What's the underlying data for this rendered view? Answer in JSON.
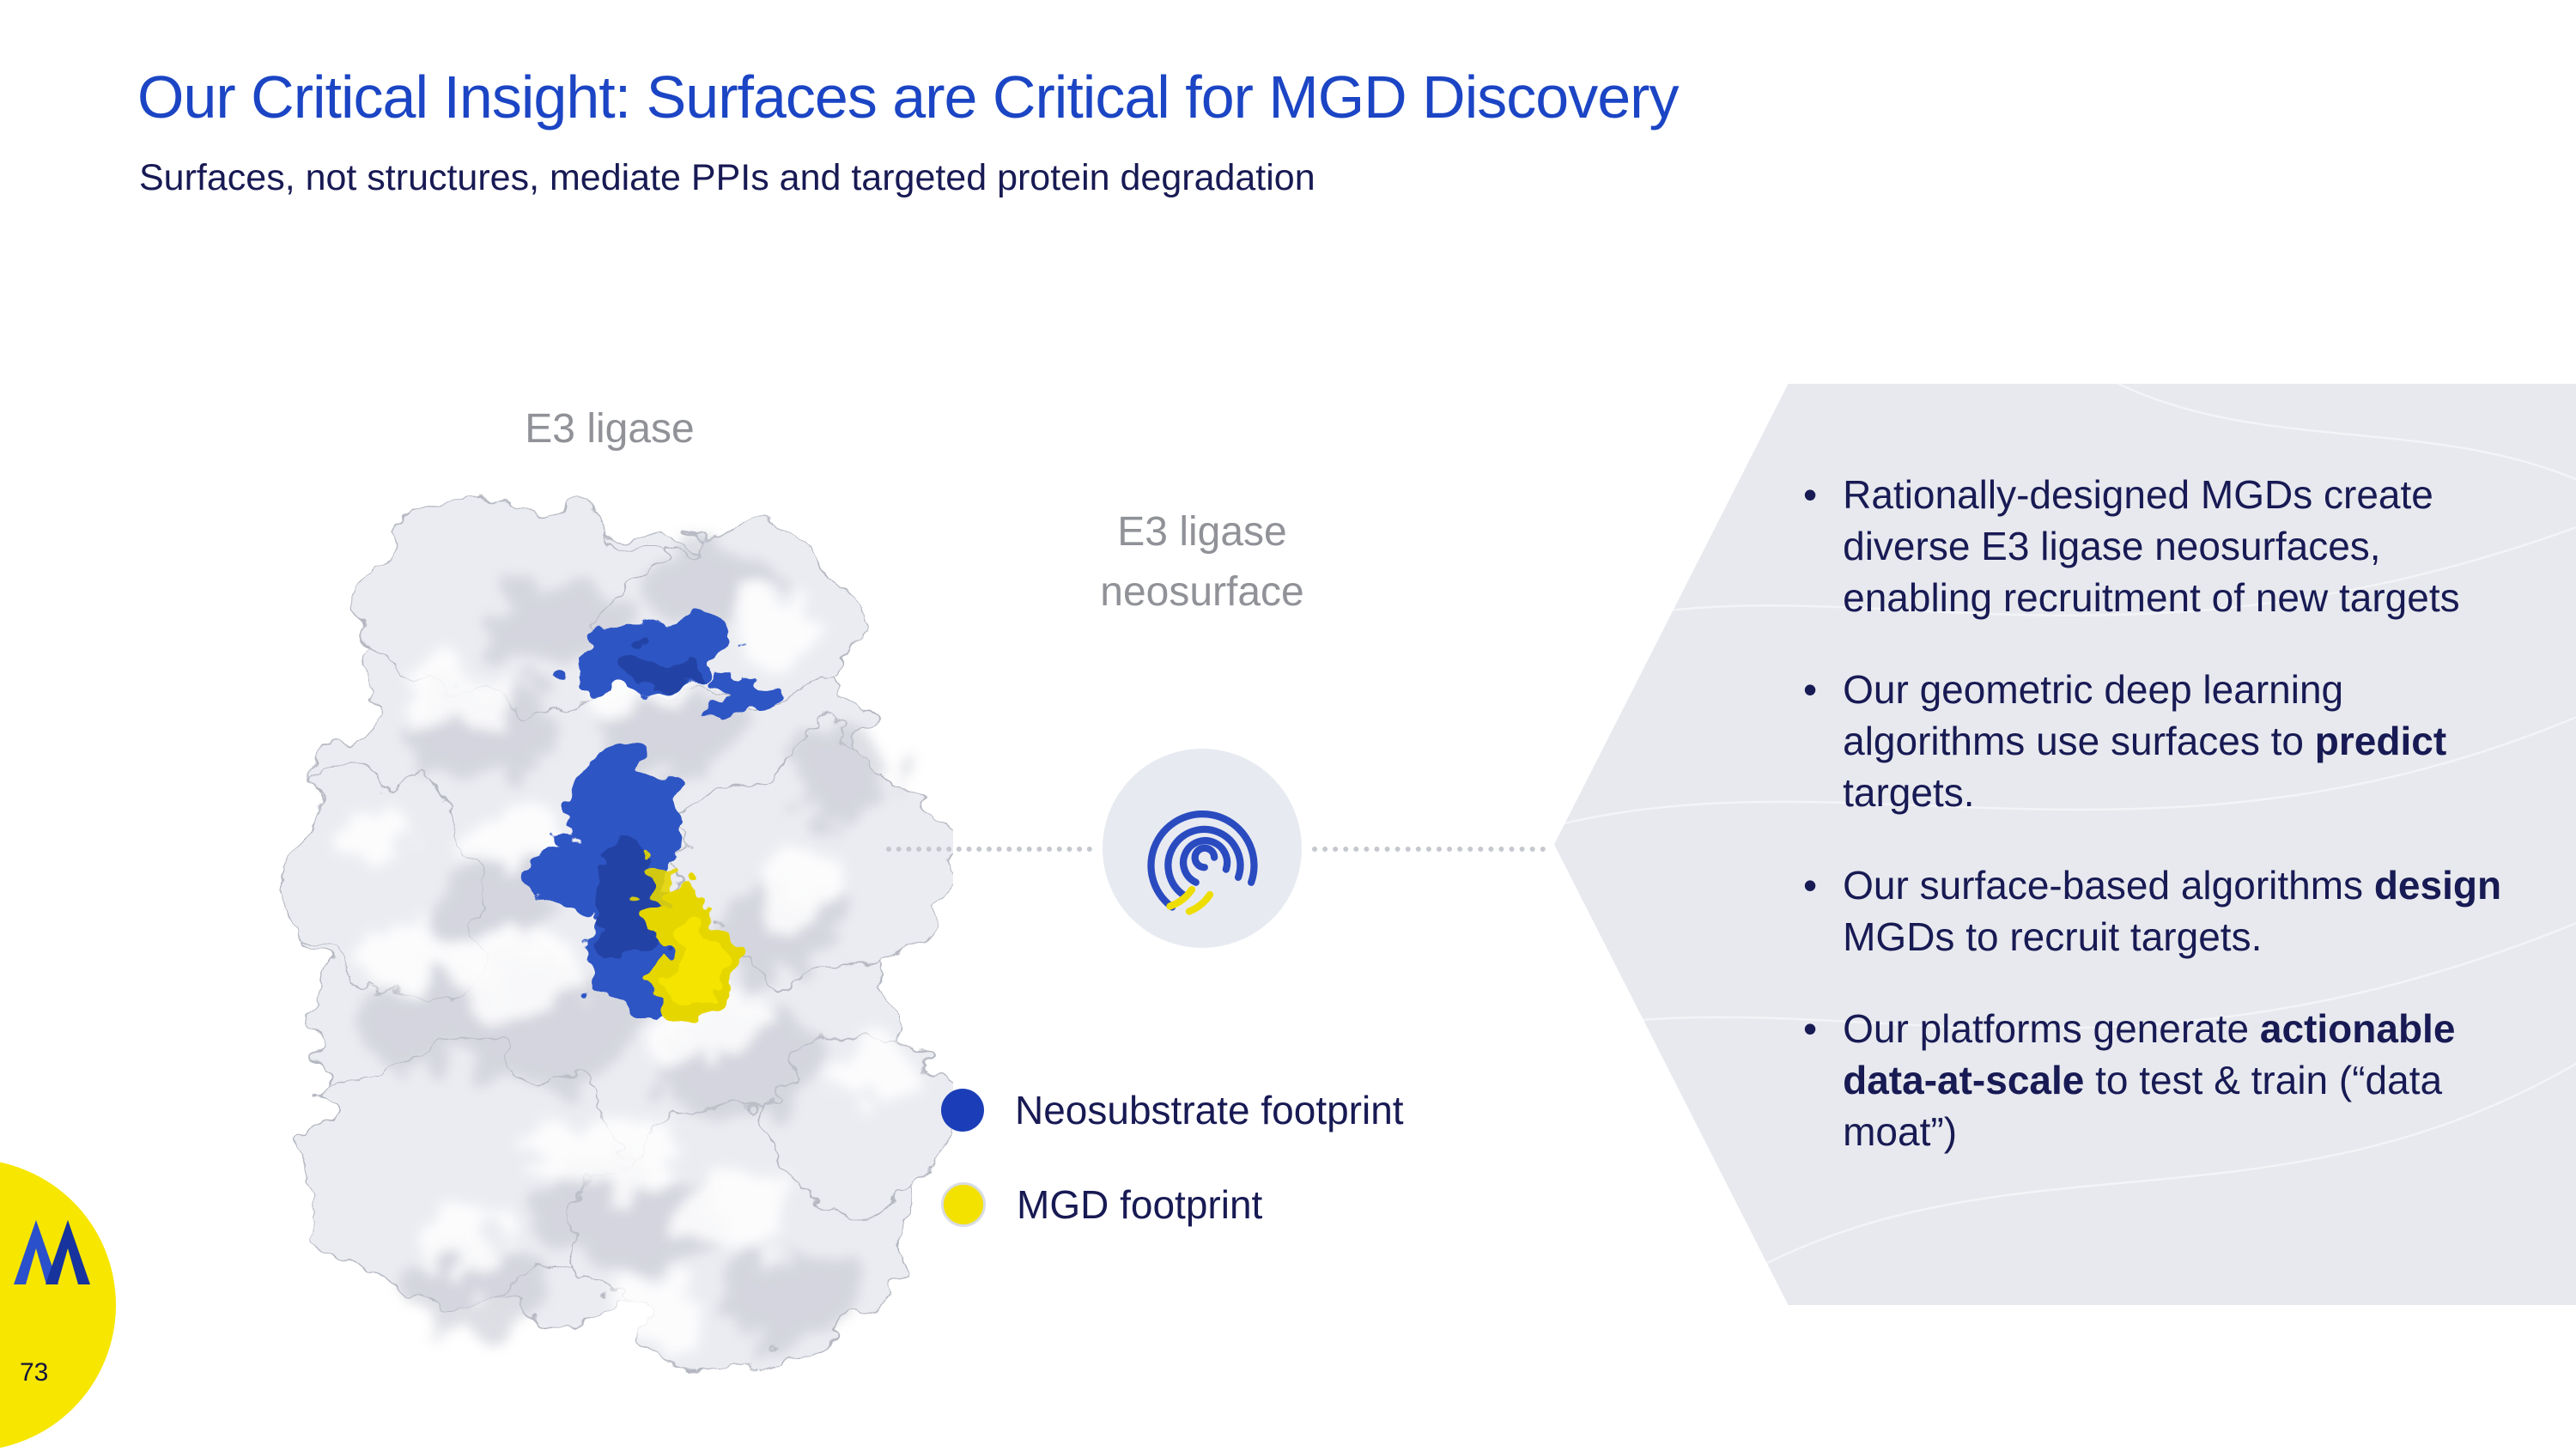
{
  "slide": {
    "title": "Our Critical Insight: Surfaces are Critical for MGD Discovery",
    "subtitle": "Surfaces, not structures, mediate PPIs and targeted protein degradation",
    "page_number": "73"
  },
  "diagram": {
    "e3_ligase_label": "E3 ligase",
    "neosurface_label": "E3 ligase\nneosurface",
    "fingerprint_icon": "fingerprint-icon",
    "legend": [
      {
        "label": "Neosubstrate footprint",
        "color": "#1b3eb8"
      },
      {
        "label": "MGD footprint",
        "color": "#f3e100"
      }
    ]
  },
  "panel": {
    "bullet_char": "•",
    "bullets": [
      {
        "pre": "Rationally-designed MGDs create diverse E3 ligase neosurfaces, enabling recruitment of new targets",
        "bold": "",
        "post": ""
      },
      {
        "pre": "Our geometric deep learning algorithms use surfaces to ",
        "bold": "predict",
        "post": " targets."
      },
      {
        "pre": "Our surface-based algorithms ",
        "bold": "design",
        "post": " MGDs to recruit targets."
      },
      {
        "pre": "Our platforms generate ",
        "bold": "actionable data-at-scale",
        "post": " to test & train (“data moat”)"
      }
    ]
  },
  "colors": {
    "title_blue": "#1b45c4",
    "body_navy": "#181a54",
    "label_grey": "#909298",
    "panel_bg": "#e7e9ee",
    "footprint_blue": "#1b3eb8",
    "footprint_yellow": "#f3e100",
    "logo_yellow": "#f6e600"
  }
}
